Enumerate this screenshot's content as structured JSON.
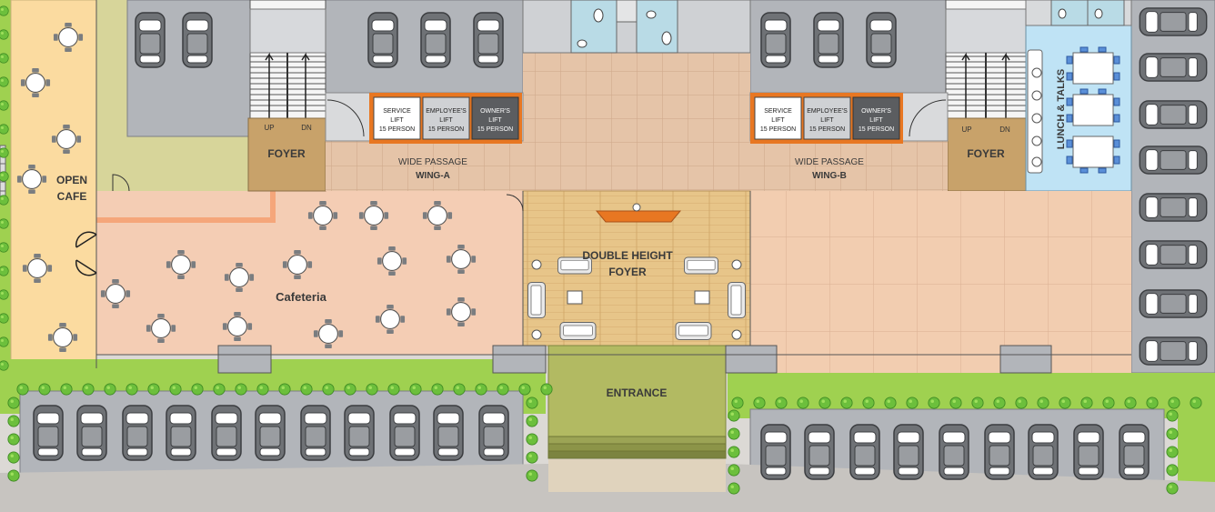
{
  "labels": {
    "open_cafe_line1": "OPEN",
    "open_cafe_line2": "CAFE",
    "foyer_left": "FOYER",
    "foyer_right": "FOYER",
    "up_left": "UP",
    "dn_left": "DN",
    "up_right": "UP",
    "dn_right": "DN",
    "wide_passage_a": "WIDE PASSAGE",
    "wing_a": "WING-A",
    "wide_passage_b": "WIDE PASSAGE",
    "wing_b": "WING-B",
    "cafeteria": "Cafeteria",
    "double_height_line1": "DOUBLE HEIGHT",
    "double_height_line2": "FOYER",
    "entrance": "ENTRANCE",
    "lunch_talks": "LUNCH & TALKS"
  },
  "lifts_a": [
    {
      "l1": "SERVICE",
      "l2": "LIFT",
      "l3": "15 PERSON"
    },
    {
      "l1": "EMPLOYEE'S",
      "l2": "LIFT",
      "l3": "15 PERSON"
    },
    {
      "l1": "OWNER'S",
      "l2": "LIFT",
      "l3": "15 PERSON"
    }
  ],
  "lifts_b": [
    {
      "l1": "SERVICE",
      "l2": "LIFT",
      "l3": "15 PERSON"
    },
    {
      "l1": "EMPLOYEE'S",
      "l2": "LIFT",
      "l3": "15 PERSON"
    },
    {
      "l1": "OWNER'S",
      "l2": "LIFT",
      "l3": "15 PERSON"
    }
  ],
  "colors": {
    "cafe": "#fbdba0",
    "cafeteria": "#f4cdb4",
    "parking": "#b2b5ba",
    "lawn": "#9fd150",
    "foyer": "#c8a26a",
    "wood": "#e7c589",
    "lift_border": "#e87722",
    "lunch": "#bfe3f5",
    "entrance": "#a9b256"
  }
}
